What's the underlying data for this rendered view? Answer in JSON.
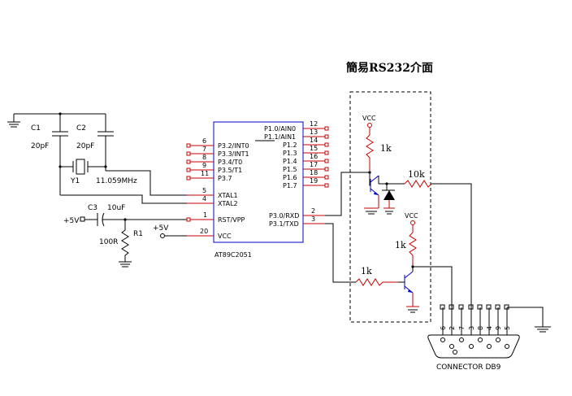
{
  "title": "簡易RS232介面",
  "chip": {
    "part": "AT89C2051",
    "left_pins": [
      {
        "num": "6",
        "name": "P3.2/INT0"
      },
      {
        "num": "7",
        "name": "P3.3/INT1"
      },
      {
        "num": "8",
        "name": "P3.4/T0"
      },
      {
        "num": "9",
        "name": "P3.5/T1"
      },
      {
        "num": "11",
        "name": "P3.7"
      },
      {
        "num": "5",
        "name": "XTAL1"
      },
      {
        "num": "4",
        "name": "XTAL2"
      },
      {
        "num": "1",
        "name": "RST/VPP"
      },
      {
        "num": "20",
        "name": "VCC"
      }
    ],
    "right_pins": [
      {
        "num": "12",
        "name": "P1.0/AIN0"
      },
      {
        "num": "13",
        "name": "P1.1/AIN1"
      },
      {
        "num": "14",
        "name": "P1.2"
      },
      {
        "num": "15",
        "name": "P1.3"
      },
      {
        "num": "16",
        "name": "P1.4"
      },
      {
        "num": "17",
        "name": "P1.5"
      },
      {
        "num": "18",
        "name": "P1.6"
      },
      {
        "num": "19",
        "name": "P1.7"
      },
      {
        "num": "2",
        "name": "P3.0/RXD"
      },
      {
        "num": "3",
        "name": "P3.1/TXD"
      }
    ]
  },
  "parts": {
    "c1_name": "C1",
    "c1_val": "20pF",
    "c2_name": "C2",
    "c2_val": "20pF",
    "y1_name": "Y1",
    "y1_val": "11.059MHz",
    "c3_name": "C3",
    "c3_val": "10uF",
    "r1_name": "R1",
    "r1_val": "100R",
    "plus5v_a": "+5V",
    "plus5v_b": "+5V",
    "vcc_1": "VCC",
    "vcc_2": "VCC",
    "r_1k_a": "1k",
    "r_10k": "10k",
    "r_1k_b": "1k",
    "r_1k_c": "1k"
  },
  "connector": {
    "label": "CONNECTOR DB9",
    "pins": [
      "6",
      "2",
      "7",
      "3",
      "8",
      "4",
      "9",
      "5"
    ]
  }
}
